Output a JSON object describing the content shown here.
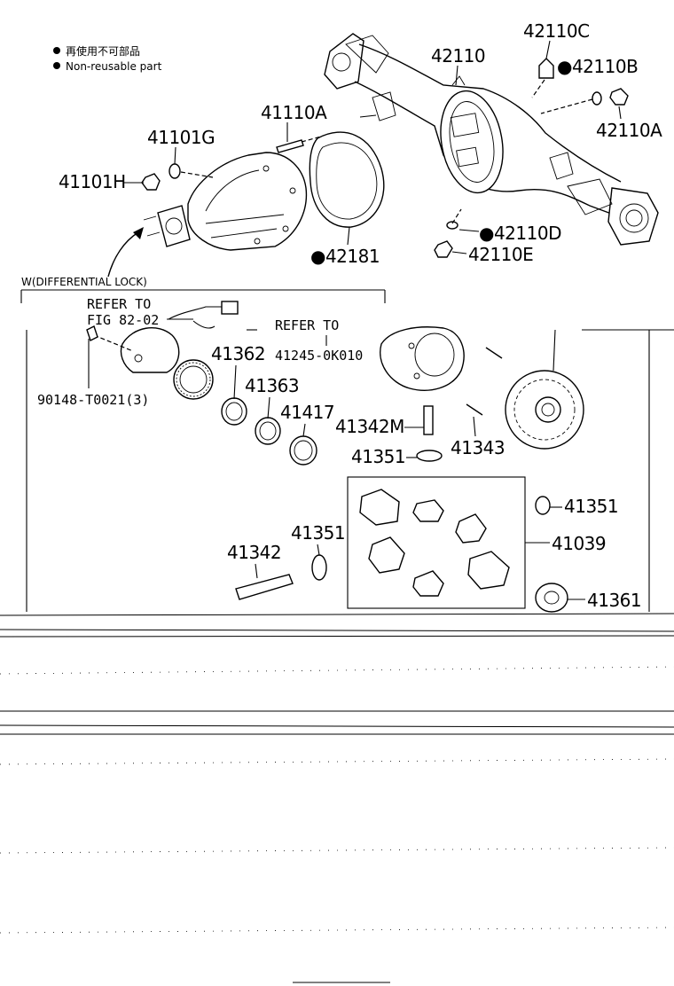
{
  "legend": {
    "bullet": "●",
    "line_jp": "再使用不可部品",
    "line_en": "Non-reusable part"
  },
  "section": {
    "title": "W(DIFFERENTIAL LOCK)"
  },
  "refers": {
    "ref1_line1": "REFER TO",
    "ref1_line2": "FIG 82-02",
    "ref2_line1": "REFER TO",
    "ref2_line2": "41245-0K010"
  },
  "parts": {
    "p42110": "42110",
    "p42110C": "42110C",
    "p42110B": "●42110B",
    "p42110A": "42110A",
    "p41110A": "41110A",
    "p41101G": "41101G",
    "p41101H": "41101H",
    "p42110D": "●42110D",
    "p42110E": "42110E",
    "p42181": "●42181",
    "p90148": "90148-T0021(3)",
    "p41362": "41362",
    "p41363": "41363",
    "p41417": "41417",
    "p41342M": "41342M",
    "p41343": "41343",
    "p41351a": "41351",
    "p41351b": "41351",
    "p41351c": "41351",
    "p41039": "41039",
    "p41342": "41342",
    "p41361": "41361"
  }
}
